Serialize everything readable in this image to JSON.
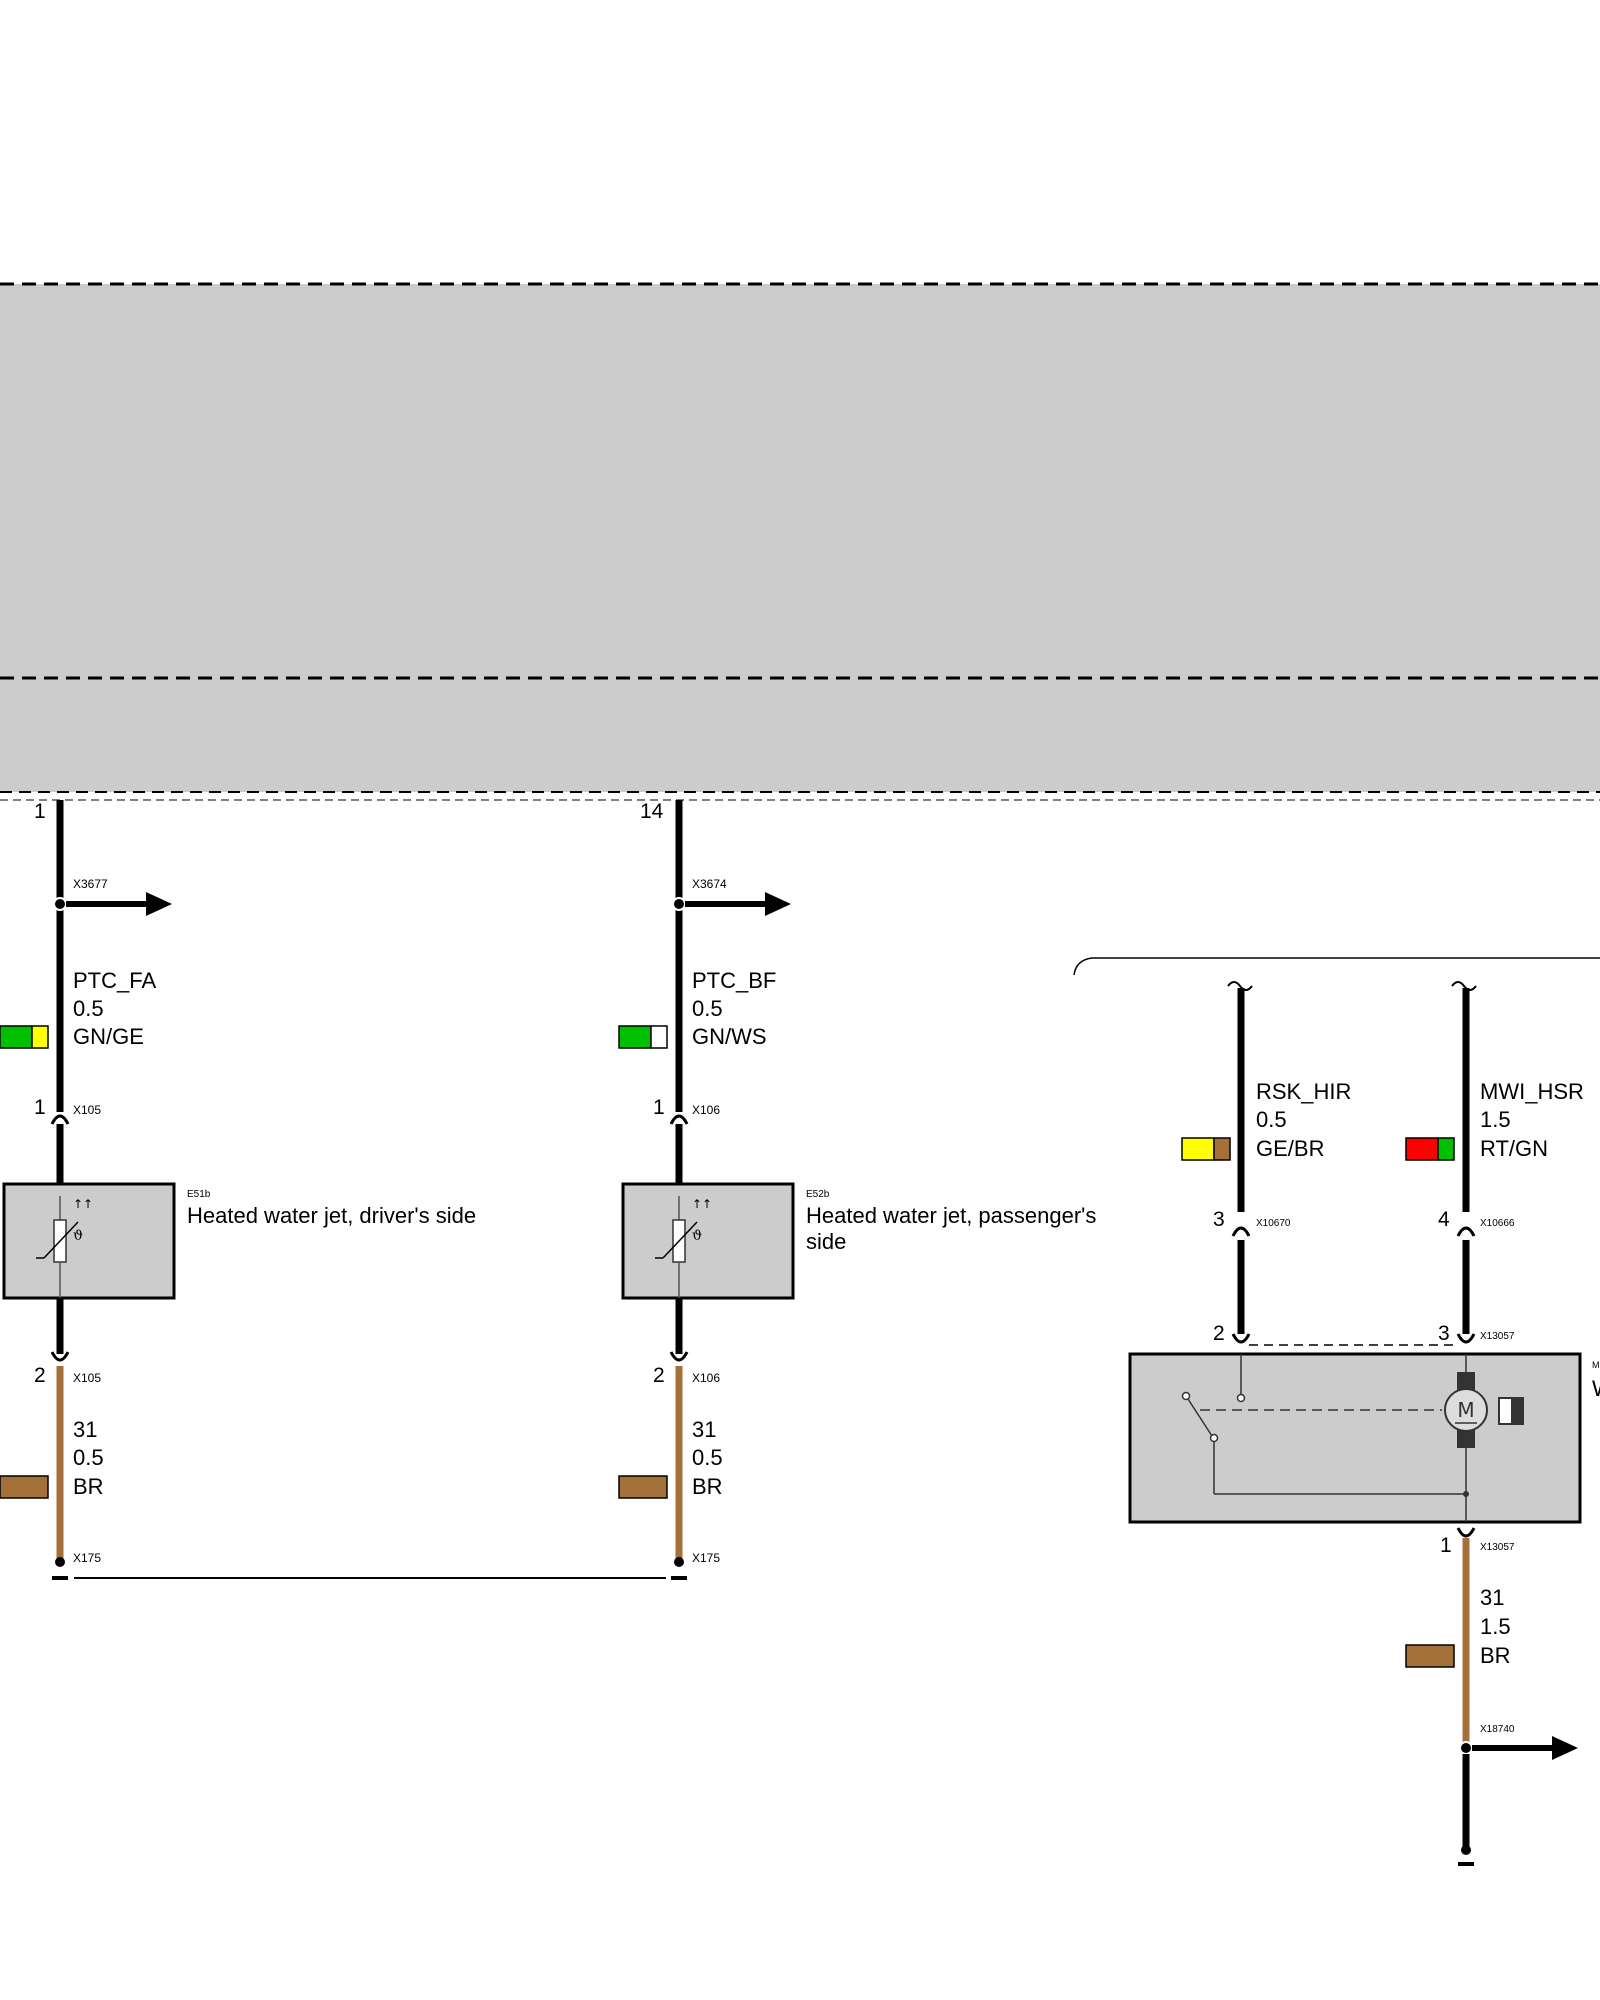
{
  "colors": {
    "wire_black": "#000000",
    "wire_brown": "#a3703a",
    "housing_gray": "#cccccc",
    "green": "#00c000",
    "yellow": "#ffff00",
    "red": "#ff0000",
    "white": "#ffffff",
    "brown": "#a3703a"
  },
  "left": {
    "top_pin": "1",
    "branch_connector": "X3677",
    "wire": {
      "signal": "PTC_FA",
      "size": "0.5",
      "color": "GN/GE"
    },
    "pin1": "1",
    "conn_top": "X105",
    "component": {
      "id": "E51b",
      "name": "Heated water jet, driver's side"
    },
    "pin2": "2",
    "conn_bottom": "X105",
    "ground_wire": {
      "signal": "31",
      "size": "0.5",
      "color": "BR"
    },
    "ground_connector": "X175"
  },
  "middle": {
    "top_pin": "14",
    "branch_connector": "X3674",
    "wire": {
      "signal": "PTC_BF",
      "size": "0.5",
      "color": "GN/WS"
    },
    "pin1": "1",
    "conn_top": "X106",
    "component": {
      "id": "E52b",
      "name_line1": "Heated water jet, passenger's",
      "name_line2": "side"
    },
    "pin2": "2",
    "conn_bottom": "X106",
    "ground_wire": {
      "signal": "31",
      "size": "0.5",
      "color": "BR"
    },
    "ground_connector": "X175"
  },
  "right": {
    "wire_a": {
      "signal": "RSK_HIR",
      "size": "0.5",
      "color": "GE/BR",
      "pin": "3",
      "connector": "X10670",
      "motor_pin": "2"
    },
    "wire_b": {
      "signal": "MWI_HSR",
      "size": "1.5",
      "color": "RT/GN",
      "pin": "4",
      "connector": "X10666",
      "motor_pin": "3"
    },
    "motor_connector": "X13057",
    "motor_label_partial": "M",
    "motor_name_partial": "W",
    "motor_symbol": "M",
    "ground_pin": "1",
    "ground_connector": "X13057",
    "ground_wire": {
      "signal": "31",
      "size": "1.5",
      "color": "BR"
    },
    "branch_connector": "X18740"
  }
}
